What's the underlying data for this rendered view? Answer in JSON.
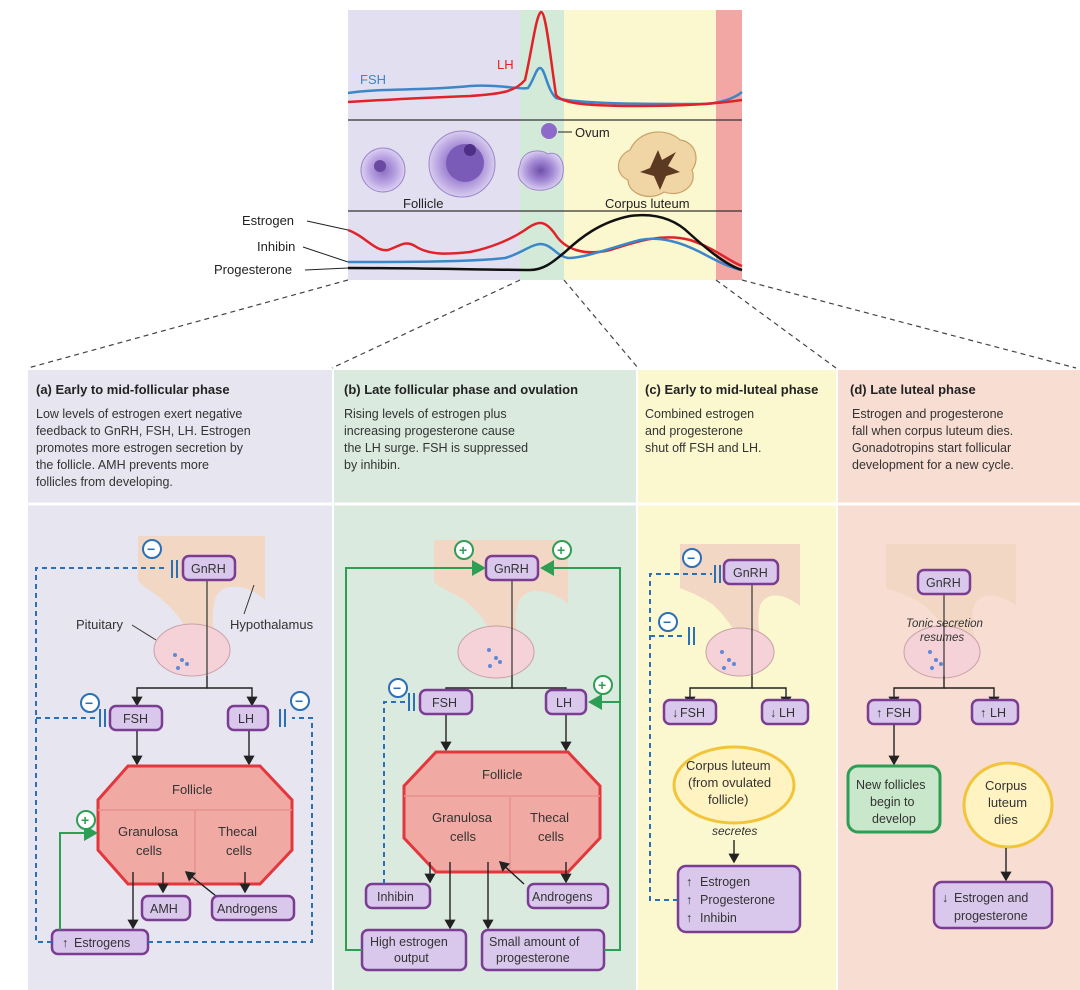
{
  "top": {
    "fsh_label": "FSH",
    "lh_label": "LH",
    "ovum_label": "Ovum",
    "follicle_label": "Follicle",
    "corpus_luteum_label": "Corpus luteum",
    "estrogen_label": "Estrogen",
    "inhibin_label": "Inhibin",
    "progesterone_label": "Progesterone"
  },
  "panels": [
    {
      "title": "(a) Early to mid-follicular phase",
      "desc": [
        "Low levels of estrogen exert negative",
        "feedback to GnRH, FSH, LH. Estrogen",
        "promotes more estrogen secretion by",
        "the follicle. AMH prevents more",
        "follicles from developing."
      ],
      "gnrh": "GnRH",
      "pituitary": "Pituitary",
      "hypothalamus": "Hypothalamus",
      "fsh": "FSH",
      "lh": "LH",
      "follicle": "Follicle",
      "granulosa": [
        "Granulosa",
        "cells"
      ],
      "thecal": [
        "Thecal",
        "cells"
      ],
      "amh": "AMH",
      "androgens": "Androgens",
      "estrogens": "Estrogens",
      "minus": "−",
      "plus": "+"
    },
    {
      "title": "(b) Late follicular phase and ovulation",
      "desc": [
        "Rising levels of estrogen plus",
        "increasing progesterone cause",
        "the LH surge. FSH is suppressed",
        "by inhibin."
      ],
      "gnrh": "GnRH",
      "fsh": "FSH",
      "lh": "LH",
      "follicle": "Follicle",
      "granulosa": [
        "Granulosa",
        "cells"
      ],
      "thecal": [
        "Thecal",
        "cells"
      ],
      "inhibin": "Inhibin",
      "androgens": "Androgens",
      "high_estrogen": [
        "High estrogen",
        "output"
      ],
      "small_prog": [
        "Small amount of",
        "progesterone"
      ]
    },
    {
      "title": "(c) Early to mid-luteal phase",
      "desc": [
        "Combined estrogen",
        "and progesterone",
        "shut off FSH and LH."
      ],
      "gnrh": "GnRH",
      "fsh": "FSH",
      "lh": "LH",
      "corpus": [
        "Corpus luteum",
        "(from ovulated",
        "follicle)"
      ],
      "secretes": "secretes",
      "outputs": [
        "Estrogen",
        "Progesterone",
        "Inhibin"
      ]
    },
    {
      "title": "(d) Late luteal phase",
      "desc": [
        "Estrogen and progesterone",
        "fall when corpus luteum dies.",
        "Gonadotropins start follicular",
        "development for a new cycle."
      ],
      "gnrh": "GnRH",
      "tonic": [
        "Tonic secretion",
        "resumes"
      ],
      "fsh": "FSH",
      "lh": "LH",
      "new_follicles": [
        "New follicles",
        "begin to",
        "develop"
      ],
      "corpus_dies": [
        "Corpus",
        "luteum",
        "dies"
      ],
      "outputs": [
        "Estrogen and",
        "progesterone"
      ]
    }
  ],
  "colors": {
    "panel_a": "#e6e5f0",
    "panel_b": "#dbeadf",
    "panel_c": "#fbf8cf",
    "panel_d": "#f8ddd3",
    "box_fill": "#d9c8ec",
    "box_stroke": "#7b3d92",
    "follicle_fill": "#f1a9a3",
    "follicle_stroke": "#e2383d",
    "fsh_curve": "#3b87c9",
    "lh_curve": "#e0232b",
    "progesterone_curve": "#111111",
    "feedback_neg": "#2b6fb5",
    "feedback_pos": "#2e9e55"
  }
}
